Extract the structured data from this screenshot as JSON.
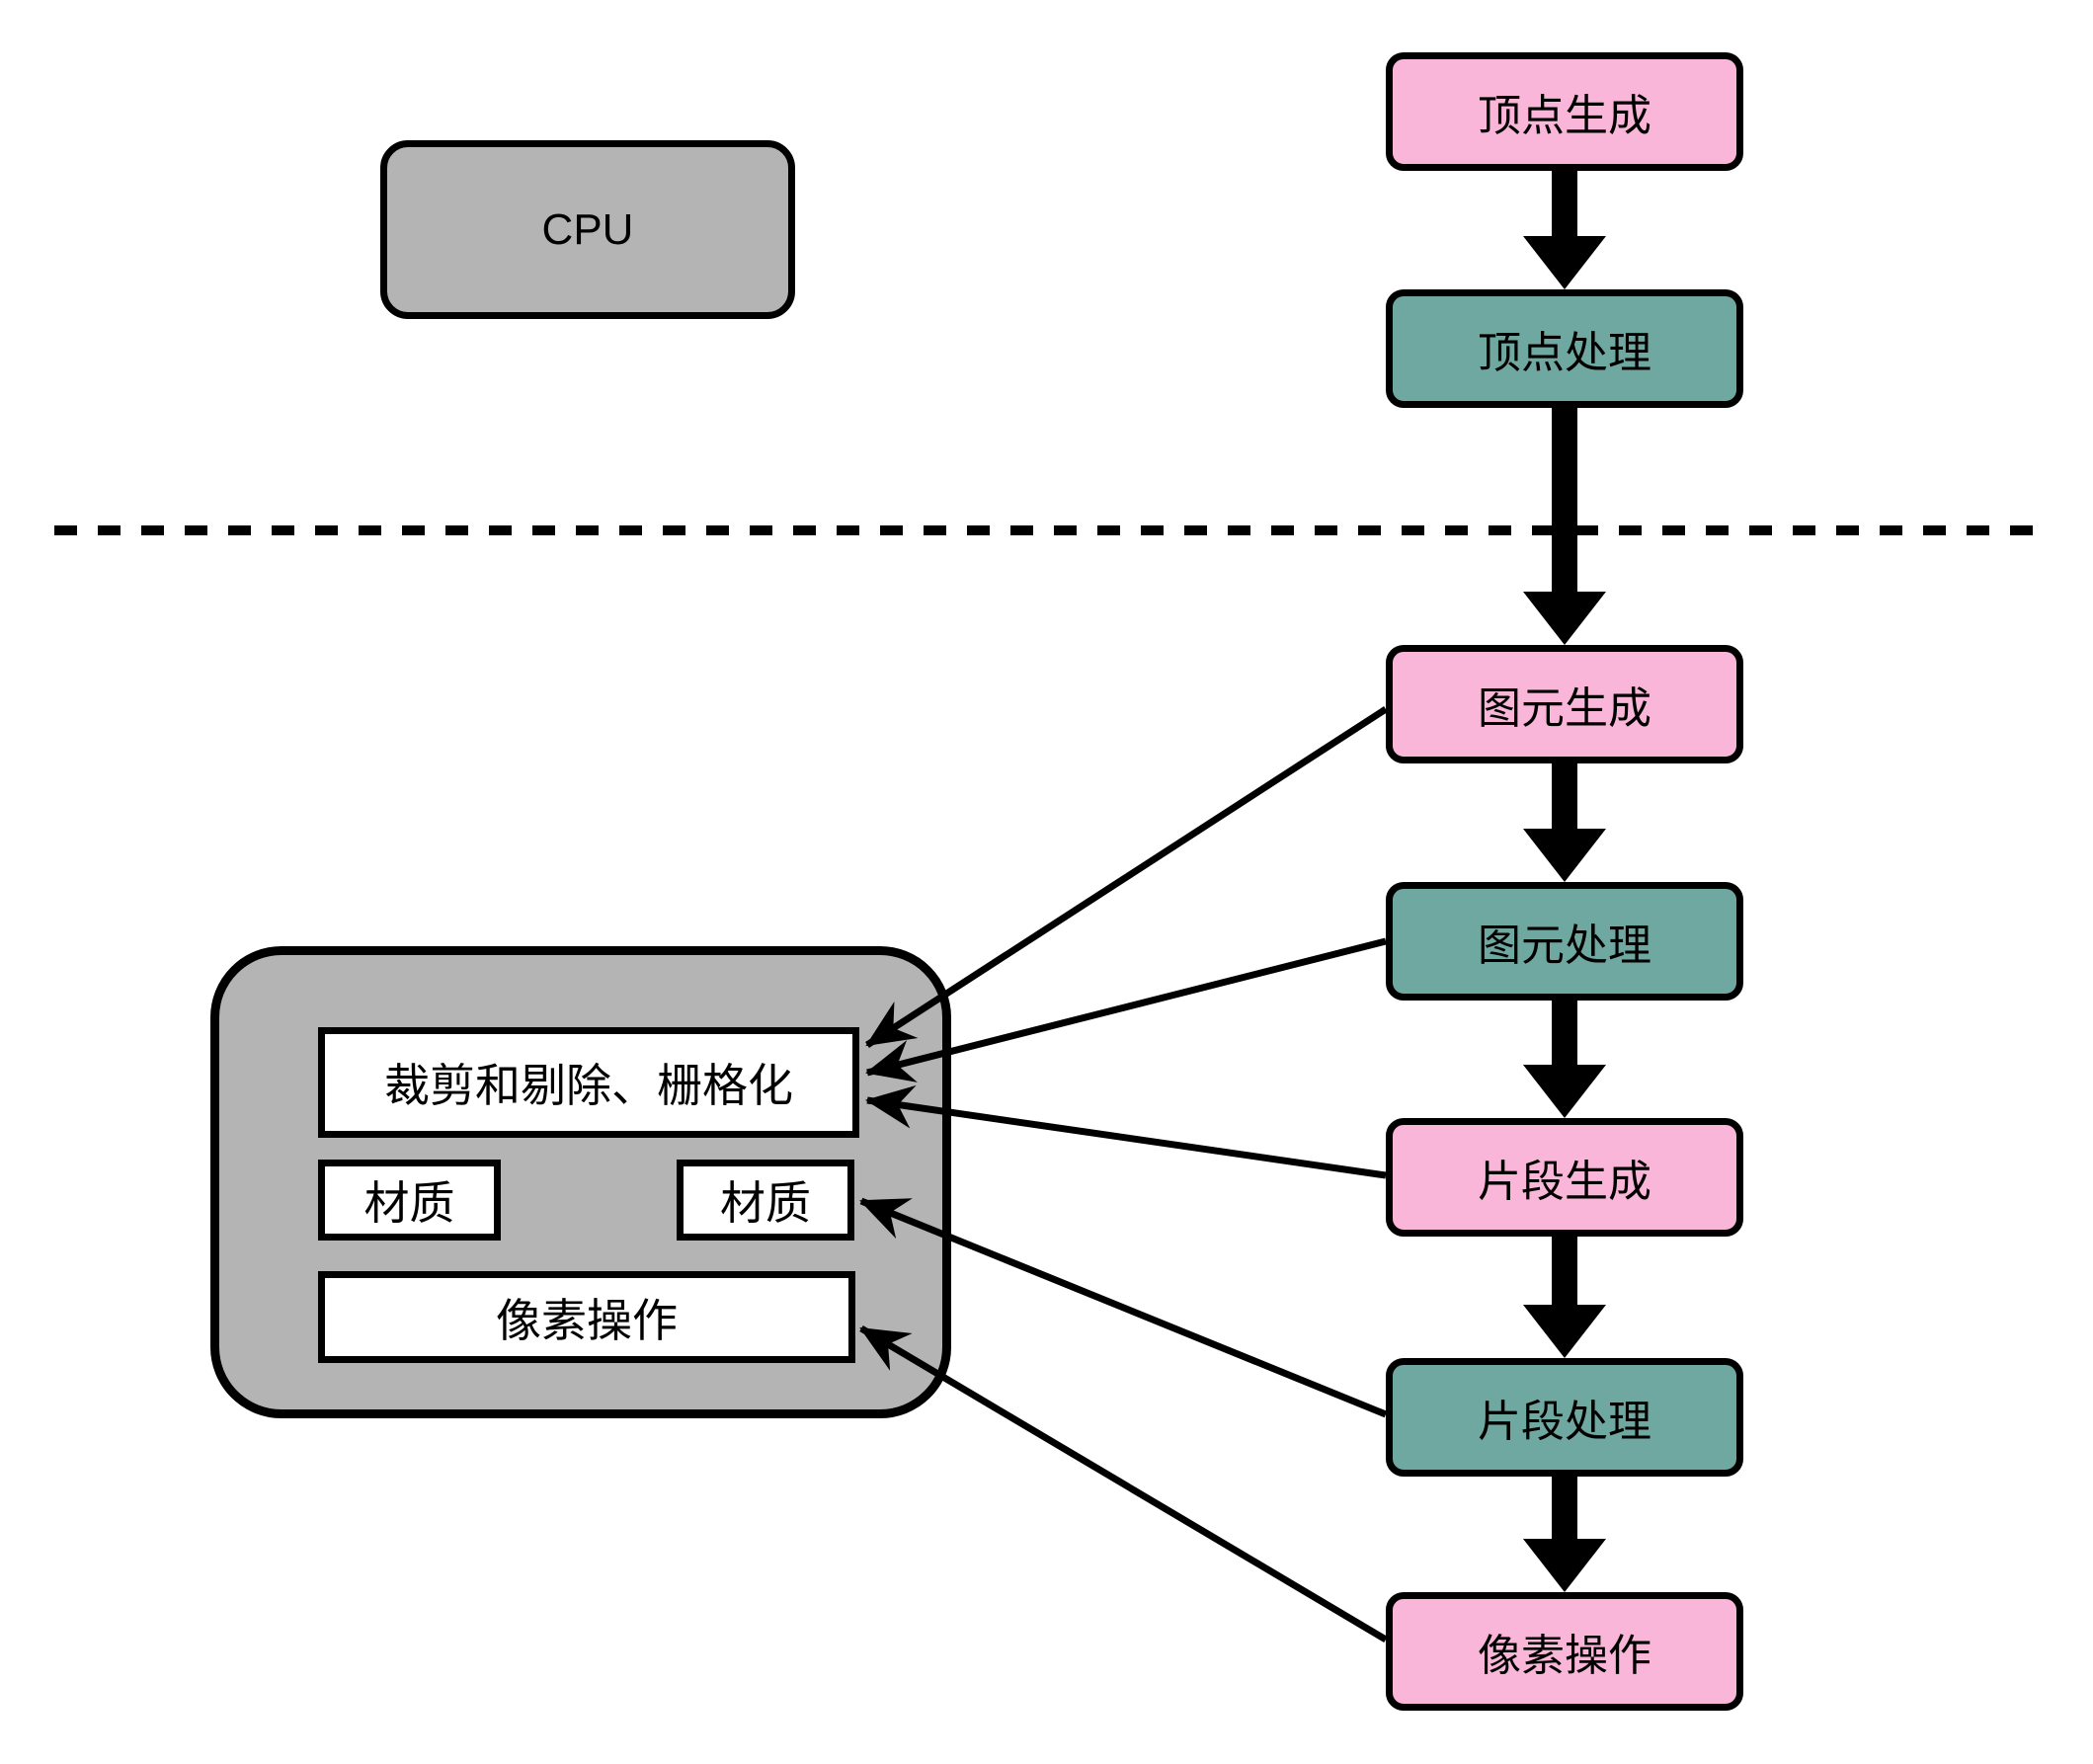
{
  "diagram": {
    "title_implicit": "",
    "cpu": {
      "label": "CPU"
    },
    "pipeline": [
      {
        "label": "顶点生成",
        "kind": "generation"
      },
      {
        "label": "顶点处理",
        "kind": "processing"
      },
      {
        "label": "图元生成",
        "kind": "generation"
      },
      {
        "label": "图元处理",
        "kind": "processing"
      },
      {
        "label": "片段生成",
        "kind": "generation"
      },
      {
        "label": "片段处理",
        "kind": "processing"
      },
      {
        "label": "像素操作",
        "kind": "operation"
      }
    ],
    "gpu_units": {
      "clip_label": "裁剪和剔除、栅格化",
      "texture_left_label": "材质",
      "texture_right_label": "材质",
      "pixel_label": "像素操作"
    },
    "colors": {
      "stage_pink": "#f9b6d8",
      "stage_teal": "#6fa8a0",
      "hardware_gray": "#b4b4b4",
      "box_white": "#ffffff",
      "stroke_black": "#000000"
    }
  }
}
